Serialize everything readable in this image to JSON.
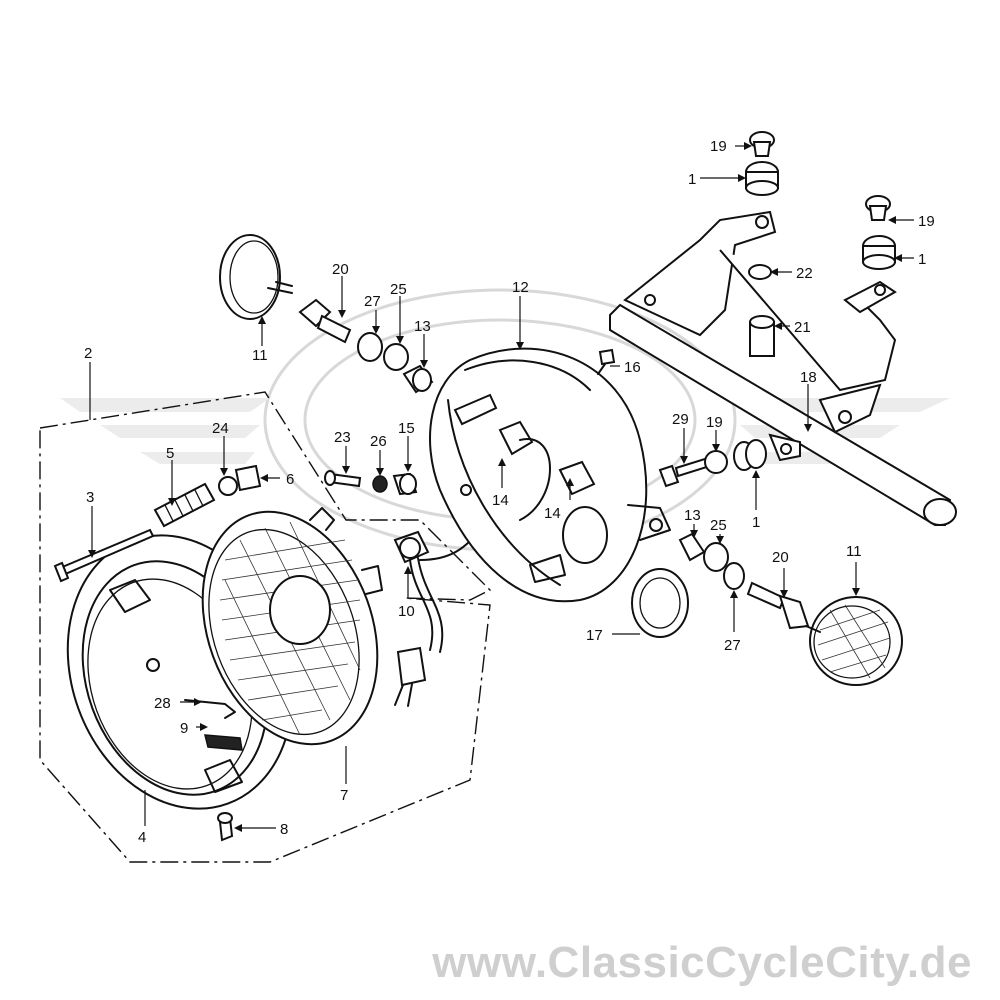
{
  "watermark": "www.ClassicCycleCity.de",
  "callouts": [
    {
      "id": "c19a",
      "label": "19"
    },
    {
      "id": "c1a",
      "label": "1"
    },
    {
      "id": "c19b",
      "label": "19"
    },
    {
      "id": "c1b",
      "label": "1"
    },
    {
      "id": "c22",
      "label": "22"
    },
    {
      "id": "c21",
      "label": "21"
    },
    {
      "id": "c18",
      "label": "18"
    },
    {
      "id": "c16",
      "label": "16"
    },
    {
      "id": "c12",
      "label": "12"
    },
    {
      "id": "c20a",
      "label": "20"
    },
    {
      "id": "c27a",
      "label": "27"
    },
    {
      "id": "c25a",
      "label": "25"
    },
    {
      "id": "c13a",
      "label": "13"
    },
    {
      "id": "c11a",
      "label": "11"
    },
    {
      "id": "c2",
      "label": "2"
    },
    {
      "id": "c24",
      "label": "24"
    },
    {
      "id": "c5",
      "label": "5"
    },
    {
      "id": "c6",
      "label": "6"
    },
    {
      "id": "c3",
      "label": "3"
    },
    {
      "id": "c23",
      "label": "23"
    },
    {
      "id": "c26",
      "label": "26"
    },
    {
      "id": "c15",
      "label": "15"
    },
    {
      "id": "c14a",
      "label": "14"
    },
    {
      "id": "c14b",
      "label": "14"
    },
    {
      "id": "c29",
      "label": "29"
    },
    {
      "id": "c19c",
      "label": "19"
    },
    {
      "id": "c1c",
      "label": "1"
    },
    {
      "id": "c13b",
      "label": "13"
    },
    {
      "id": "c25b",
      "label": "25"
    },
    {
      "id": "c10",
      "label": "10"
    },
    {
      "id": "c17",
      "label": "17"
    },
    {
      "id": "c27b",
      "label": "27"
    },
    {
      "id": "c20b",
      "label": "20"
    },
    {
      "id": "c11b",
      "label": "11"
    },
    {
      "id": "c28",
      "label": "28"
    },
    {
      "id": "c9",
      "label": "9"
    },
    {
      "id": "c7",
      "label": "7"
    },
    {
      "id": "c4",
      "label": "4"
    },
    {
      "id": "c8",
      "label": "8"
    }
  ]
}
